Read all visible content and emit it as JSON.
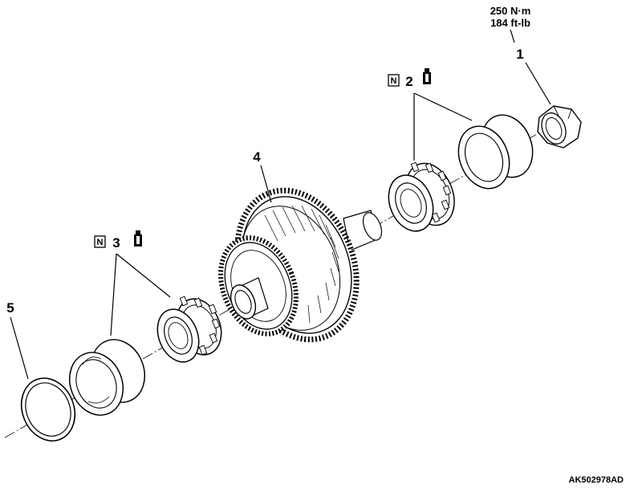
{
  "torque": {
    "metric": "250 N·m",
    "imperial": "184 ft-lb"
  },
  "callouts": [
    {
      "number": "1"
    },
    {
      "number": "2",
      "badge": "N"
    },
    {
      "number": "3",
      "badge": "N"
    },
    {
      "number": "4"
    },
    {
      "number": "5"
    }
  ],
  "figure_code": "AK502978AD"
}
